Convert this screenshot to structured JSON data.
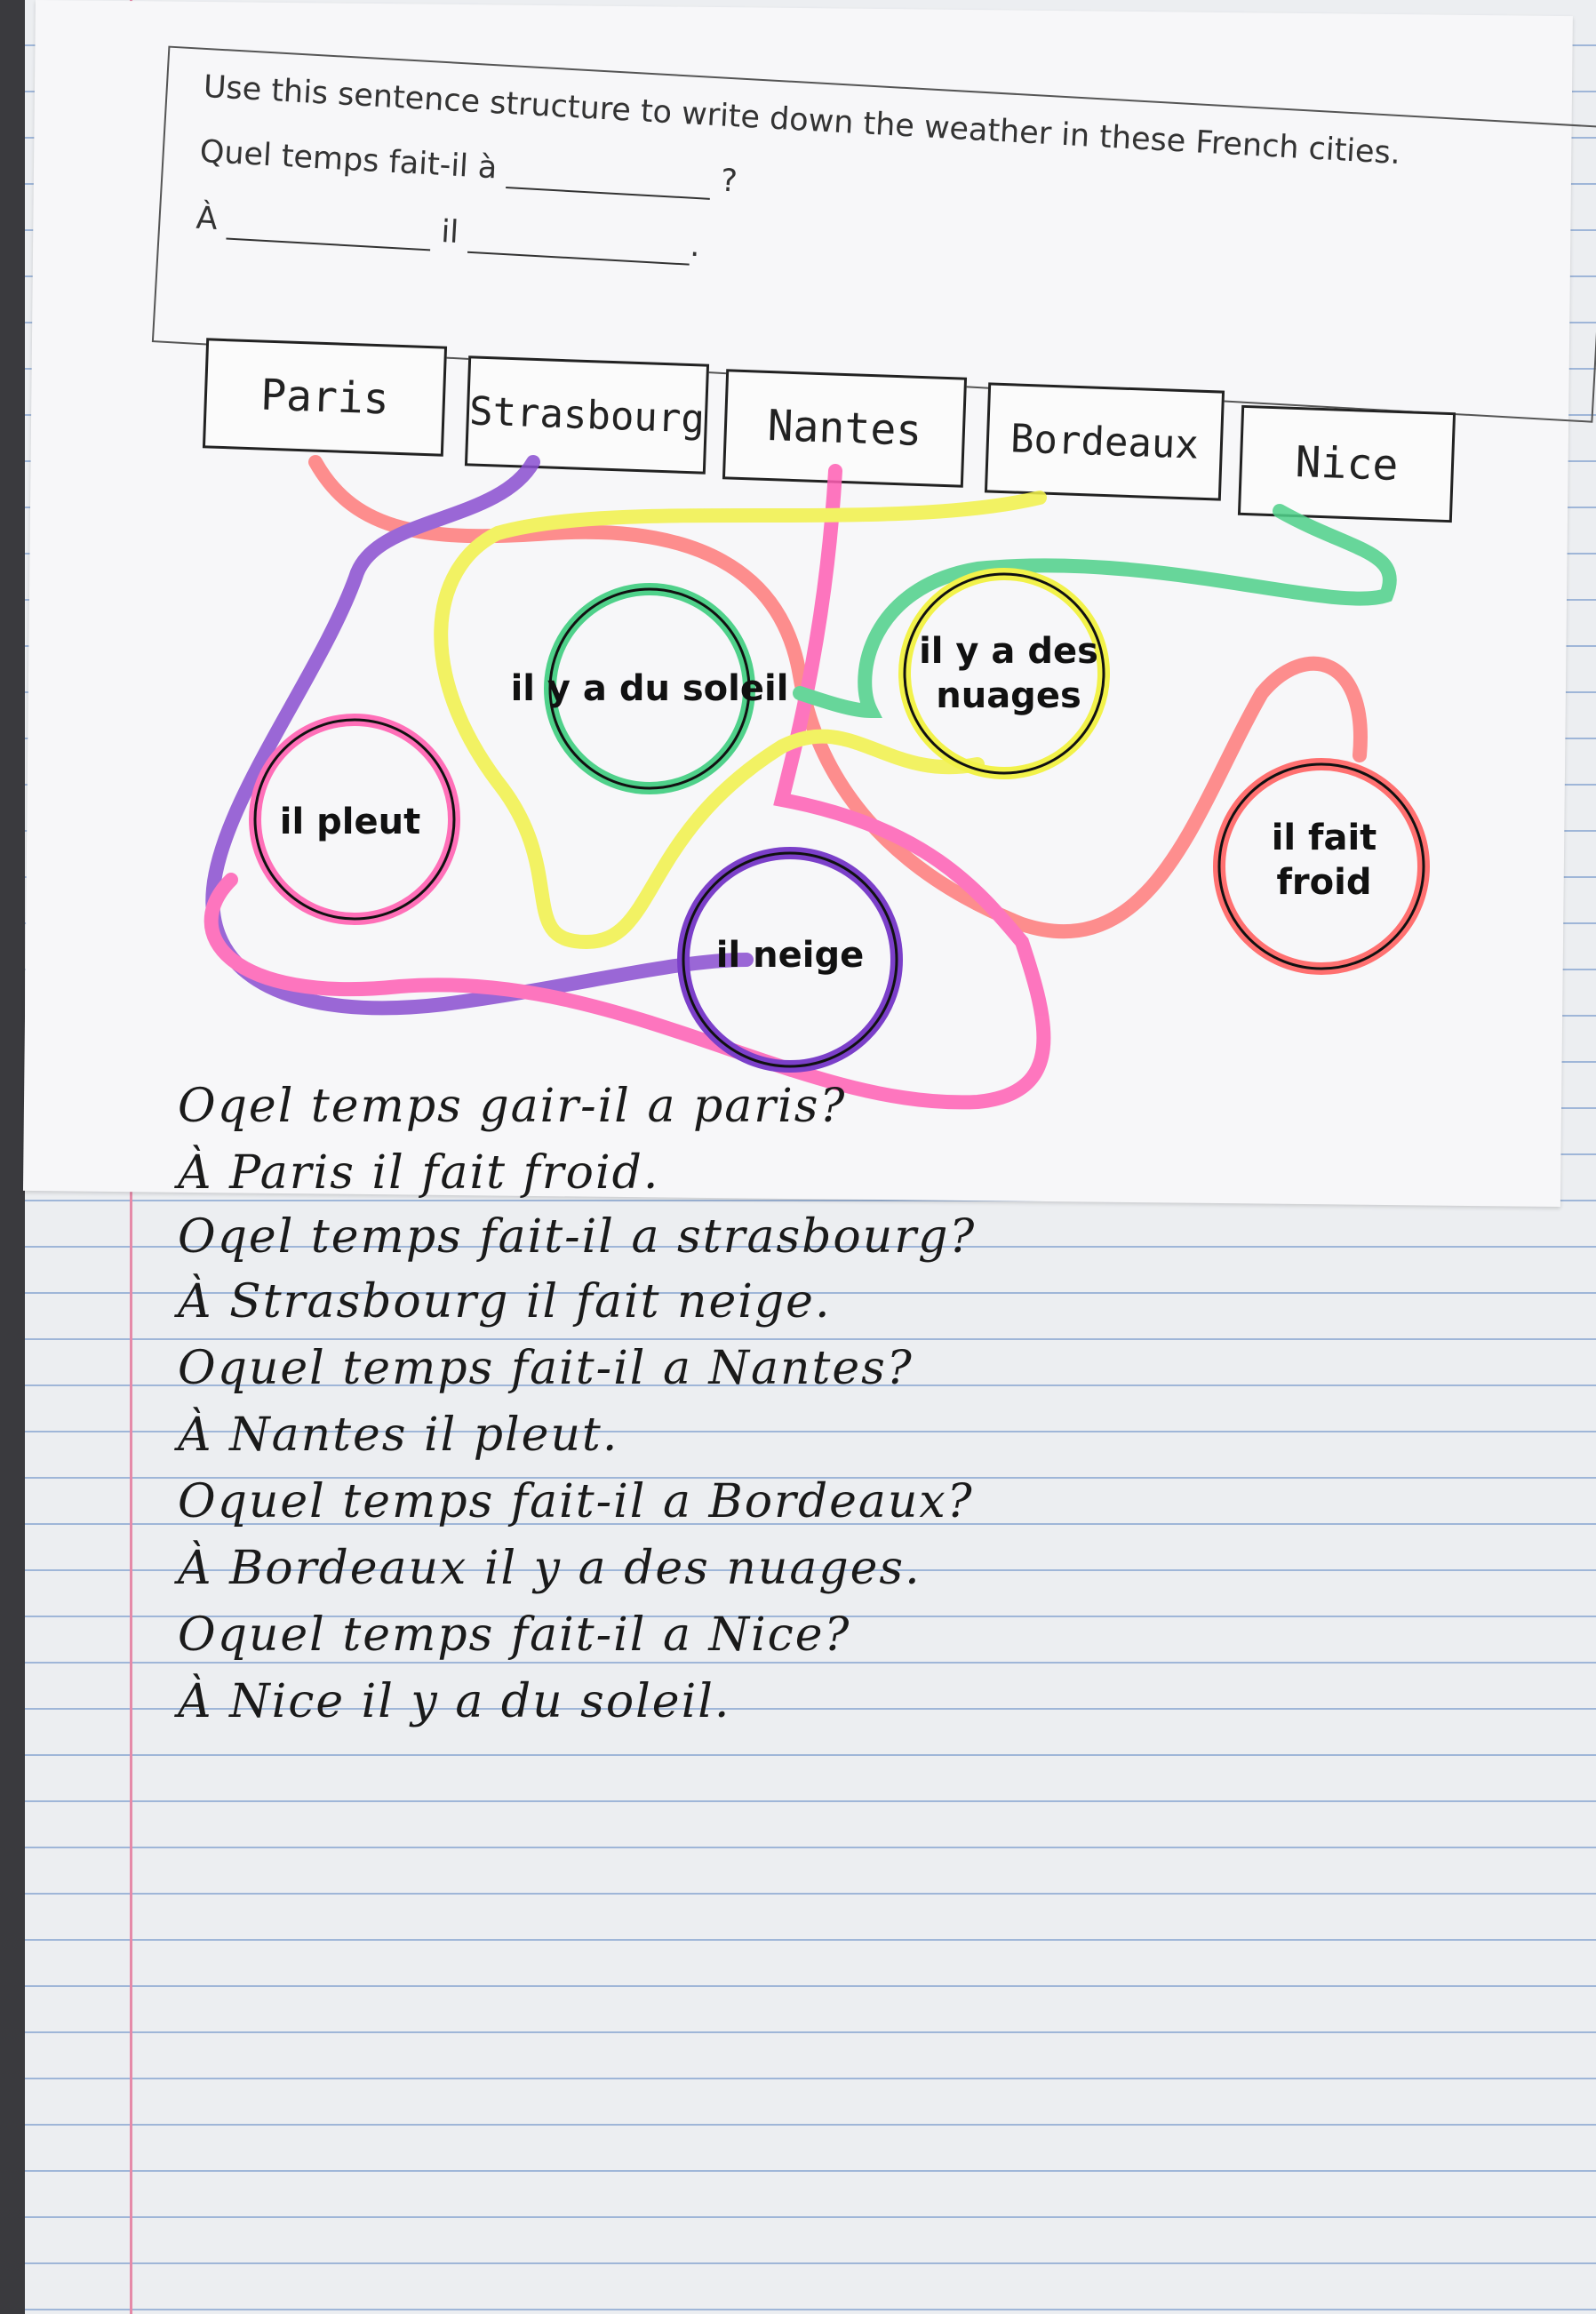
{
  "worksheet": {
    "instruction": "Use this sentence structure to write down the weather in these French cities.",
    "question_start": "Quel temps fait-il à",
    "question_end": "?",
    "answer_a": "À",
    "answer_il": "il",
    "answer_end": ".",
    "cities": [
      "Paris",
      "Strasbourg",
      "Nantes",
      "Bordeaux",
      "Nice"
    ],
    "weather": {
      "soleil": "il y a du soleil",
      "nuages": "il y a des nuages",
      "pleut": "il pleut",
      "neige": "il neige",
      "froid": "il fait froid"
    },
    "colors": {
      "paris": "#ff7b7b",
      "strasbourg": "#8a4fd1",
      "nantes": "#ff5fb4",
      "bordeaux": "#f2f24a",
      "nice": "#4fd18a"
    }
  },
  "handwriting": [
    "Oqel temps gair-il a paris?",
    "À Paris il fait froid.",
    "Oqel temps fait-il a strasbourg?",
    "À Strasbourg il fait neige.",
    "Oquel temps fait-il a Nantes?",
    "À Nantes il pleut.",
    "Oquel temps fait-il a Bordeaux?",
    "À Bordeaux il y a des nuages.",
    "Oquel temps fait-il a Nice?",
    "À Nice il y a du soleil."
  ]
}
